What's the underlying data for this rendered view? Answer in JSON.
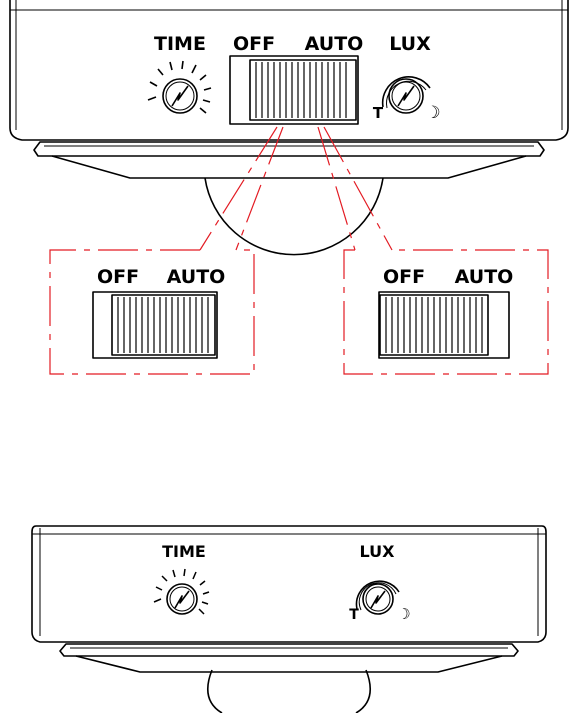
{
  "top_device": {
    "labels": {
      "time": "TIME",
      "off": "OFF",
      "auto": "AUTO",
      "lux": "LUX",
      "lux_t": "T",
      "lux_moon": "☽"
    }
  },
  "detail_left": {
    "off": "OFF",
    "auto": "AUTO",
    "switch_state": "off"
  },
  "detail_right": {
    "off": "OFF",
    "auto": "AUTO",
    "switch_state": "auto"
  },
  "bottom_device": {
    "labels": {
      "time": "TIME",
      "lux": "LUX",
      "lux_t": "T",
      "lux_moon": "☽"
    }
  },
  "colors": {
    "line": "#000000",
    "callout": "#e31b23",
    "background": "#ffffff"
  }
}
